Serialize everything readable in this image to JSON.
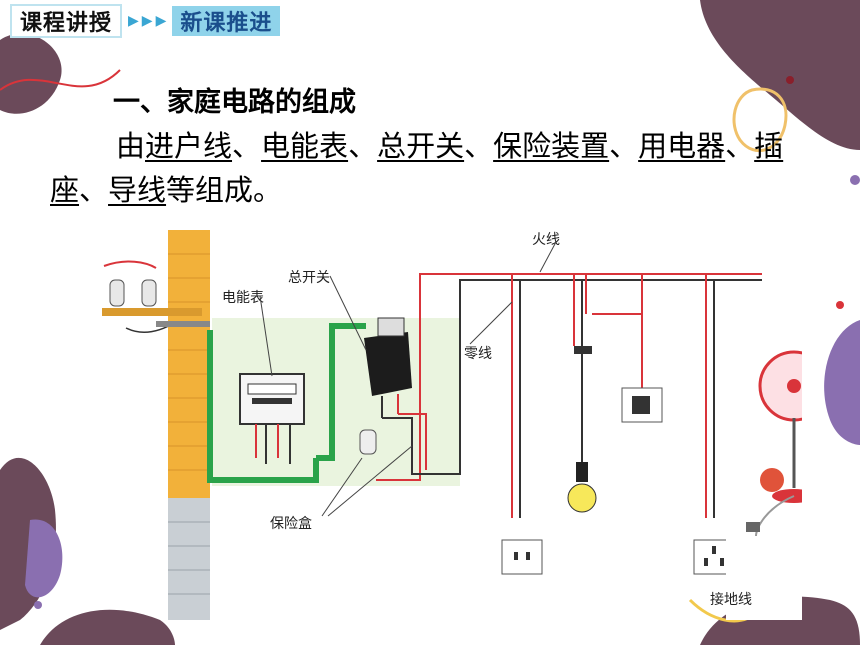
{
  "header": {
    "section_label": "课程讲授",
    "sub_label": "新课推进"
  },
  "content": {
    "title": "一、家庭电路的组成",
    "para": {
      "prefix": "由",
      "items": [
        "进户线",
        "电能表",
        "总开关",
        "保险装置",
        "用电器",
        "插座",
        "导线"
      ],
      "sep": "、",
      "suffix": "等组成。"
    }
  },
  "diagram": {
    "labels": {
      "meter": "电能表",
      "main_switch": "总开关",
      "live_wire": "火线",
      "neutral_wire": "零线",
      "fuse_box": "保险盒",
      "ground_wire": "接地线"
    }
  },
  "colors": {
    "accent": "#8fd3ea",
    "blob_dark": "#6b4a5a",
    "blob_purple": "#8a6fb0",
    "wire_live": "#d9343a",
    "wire_ground": "#2aa34a",
    "wall": "#f2b13a"
  }
}
